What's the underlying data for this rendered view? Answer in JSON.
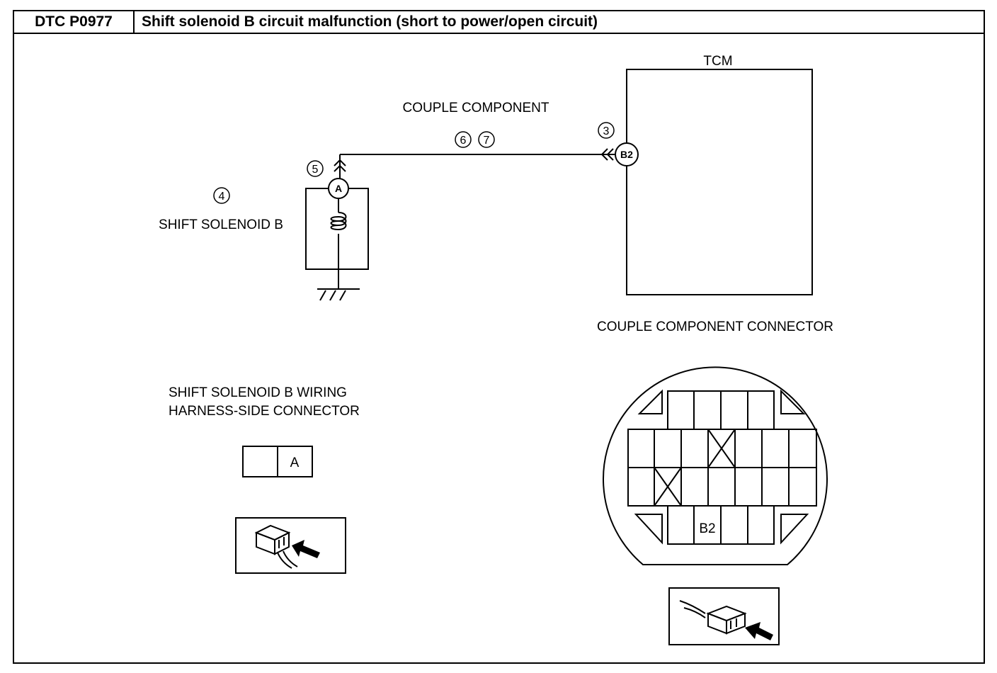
{
  "header": {
    "dtc_code": "DTC P0977",
    "title": "Shift solenoid B circuit malfunction (short to power/open circuit)"
  },
  "diagram": {
    "tcm_label": "TCM",
    "couple_component_label": "COUPLE COMPONENT",
    "shift_solenoid_label": "SHIFT SOLENOID B",
    "terminal_a": "A",
    "terminal_b2": "B2",
    "callouts": {
      "c3": "3",
      "c4": "4",
      "c5": "5",
      "c6": "6",
      "c7": "7"
    }
  },
  "harness_connector": {
    "title_line1": "SHIFT SOLENOID B WIRING",
    "title_line2": "HARNESS-SIDE CONNECTOR",
    "pin_a": "A"
  },
  "couple_connector": {
    "title": "COUPLE COMPONENT CONNECTOR",
    "pin_b2": "B2"
  }
}
